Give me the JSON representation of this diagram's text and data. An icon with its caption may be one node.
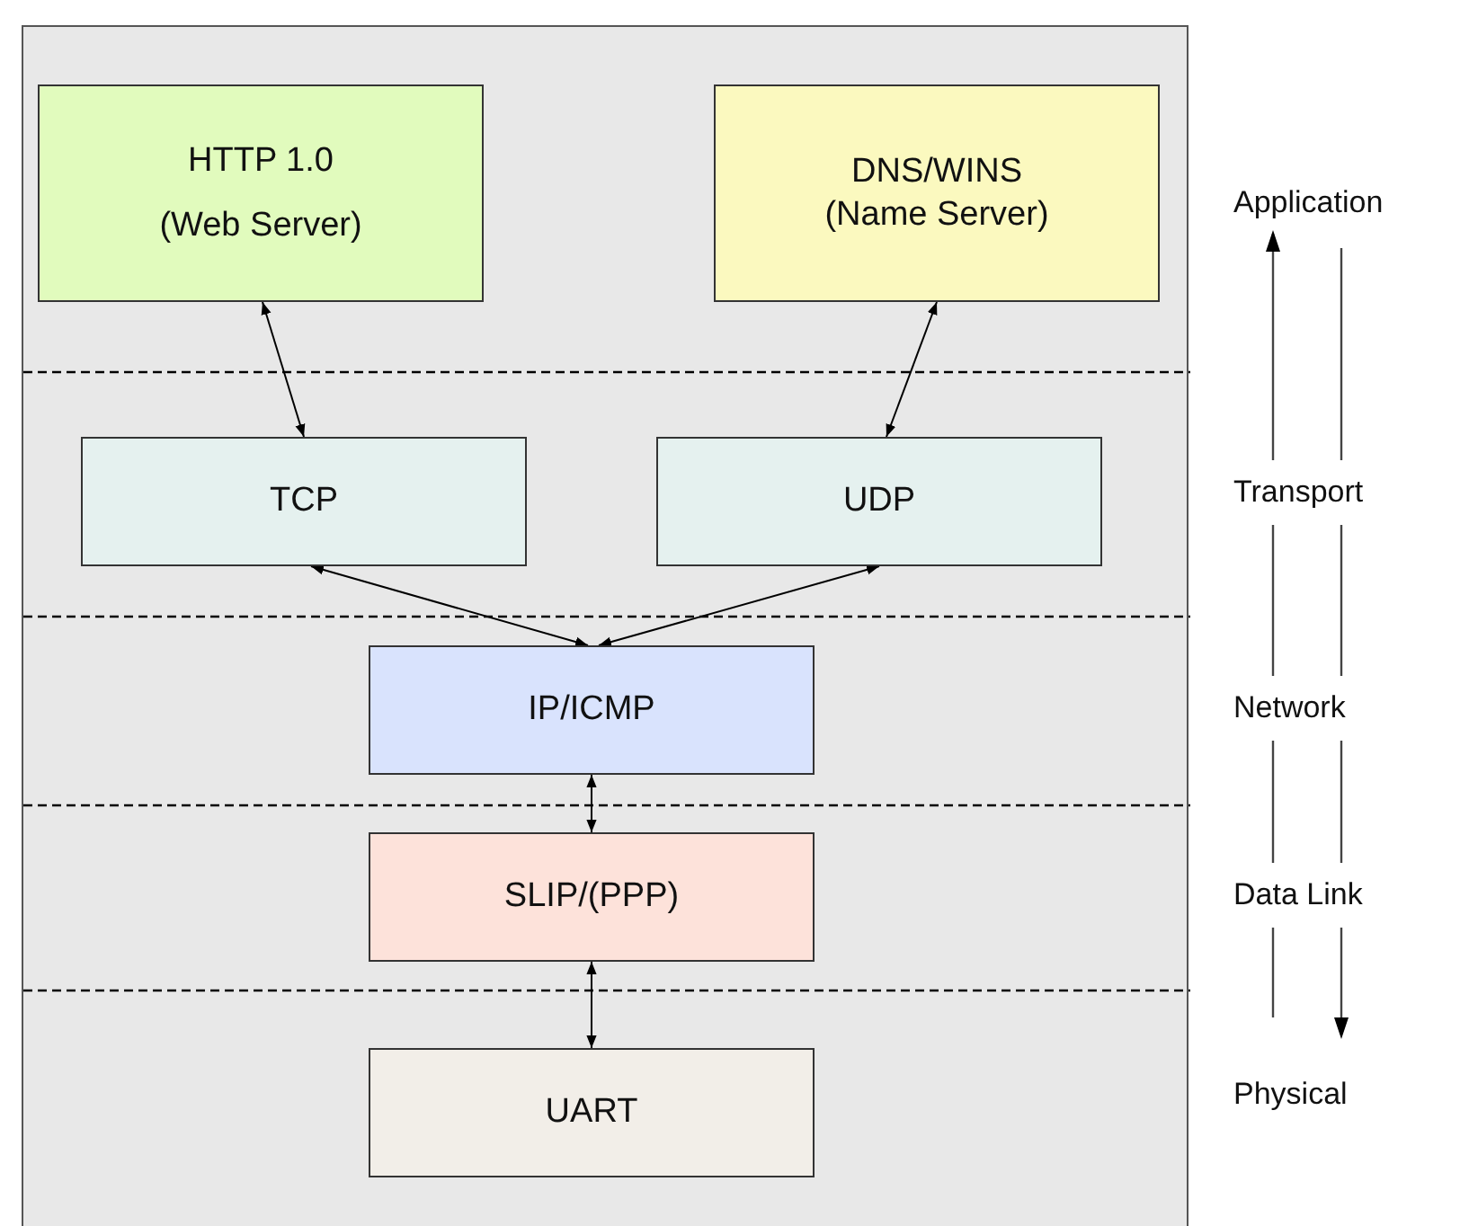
{
  "diagram": {
    "nodes": [
      {
        "text": [],
        "shape": "box"
      },
      {
        "text": [
          "HTTP 1.0",
          "(Web Server)"
        ],
        "in": 0
      },
      {
        "text": [
          "DNS/WINS",
          "(Name Server)"
        ],
        "in": 0
      },
      {
        "text": [
          "TCP"
        ],
        "in": 0
      },
      {
        "text": [
          "UDP"
        ],
        "in": 0
      },
      {
        "text": [
          "IP/ICMP"
        ],
        "in": 0
      },
      {
        "text": [
          "SLIP/(PPP)"
        ],
        "in": 0
      },
      {
        "text": [
          "UART"
        ],
        "in": 0
      }
    ],
    "edges": [
      {
        "from": 1,
        "to": 3,
        "arrow": "both"
      },
      {
        "from": 2,
        "to": 4,
        "arrow": "both"
      },
      {
        "from": 3,
        "to": 5,
        "arrow": "both"
      },
      {
        "from": 4,
        "to": 5,
        "arrow": "both"
      },
      {
        "from": 5,
        "to": 6,
        "arrow": "both"
      },
      {
        "from": 6,
        "to": 7,
        "arrow": "both"
      }
    ],
    "labels": [
      "Application",
      "Transport",
      "Network",
      "Data Link",
      "Physical"
    ]
  }
}
